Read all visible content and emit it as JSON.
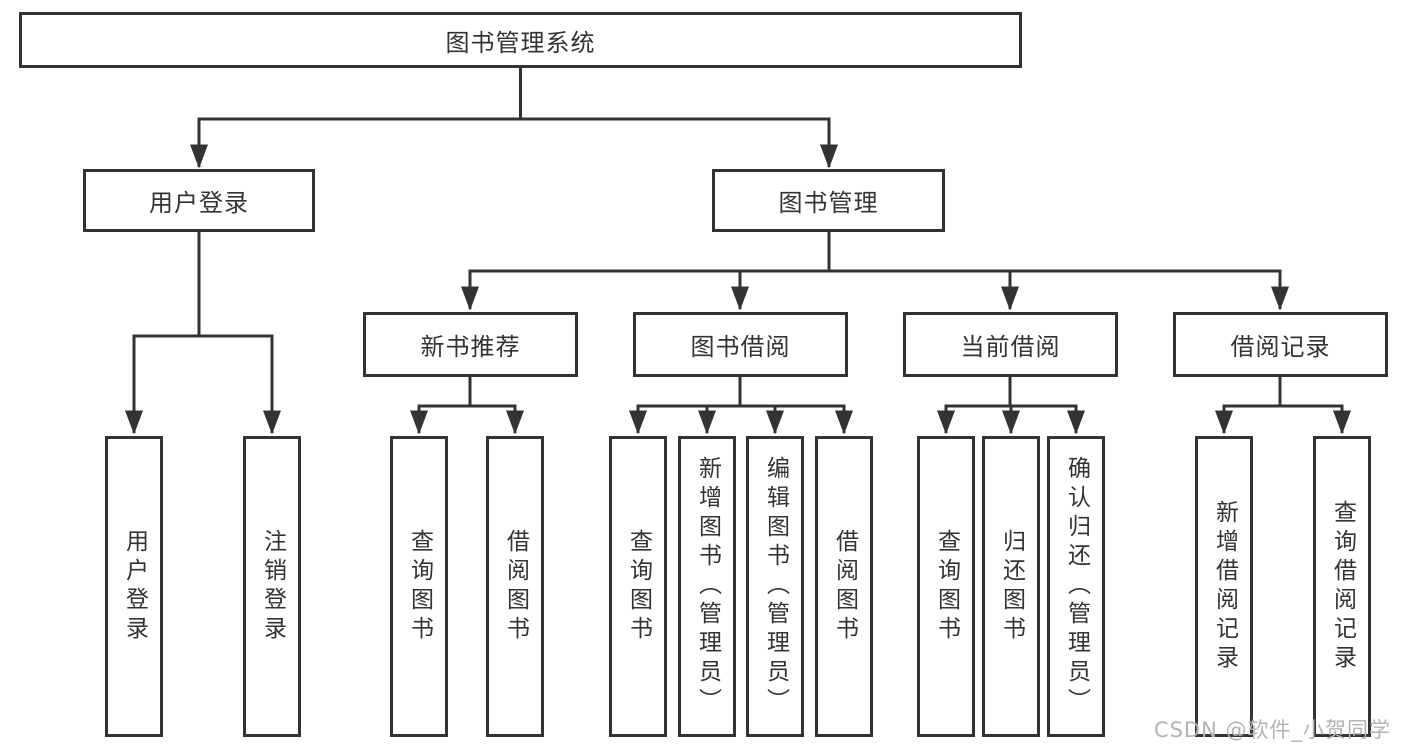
{
  "diagram": {
    "root": {
      "label": "图书管理系统",
      "children": [
        {
          "label": "用户登录",
          "children": [
            {
              "label": "用户登录"
            },
            {
              "label": "注销登录"
            }
          ]
        },
        {
          "label": "图书管理",
          "children": [
            {
              "label": "新书推荐",
              "children": [
                {
                  "label": "查询图书"
                },
                {
                  "label": "借阅图书"
                }
              ]
            },
            {
              "label": "图书借阅",
              "children": [
                {
                  "label": "查询图书"
                },
                {
                  "label": "新增图书（管理员）"
                },
                {
                  "label": "编辑图书（管理员）"
                },
                {
                  "label": "借阅图书"
                }
              ]
            },
            {
              "label": "当前借阅",
              "children": [
                {
                  "label": "查询图书"
                },
                {
                  "label": "归还图书"
                },
                {
                  "label": "确认归还（管理员）"
                }
              ]
            },
            {
              "label": "借阅记录",
              "children": [
                {
                  "label": "新增借阅记录"
                },
                {
                  "label": "查询借阅记录"
                }
              ]
            }
          ]
        }
      ]
    }
  },
  "watermark": {
    "text": "CSDN @软件_小贺同学"
  },
  "colors": {
    "line": "#333333",
    "text": "#333333",
    "box_background": "#ffffff",
    "page_background": "#ffffff",
    "watermark": "#b3b3b3"
  }
}
